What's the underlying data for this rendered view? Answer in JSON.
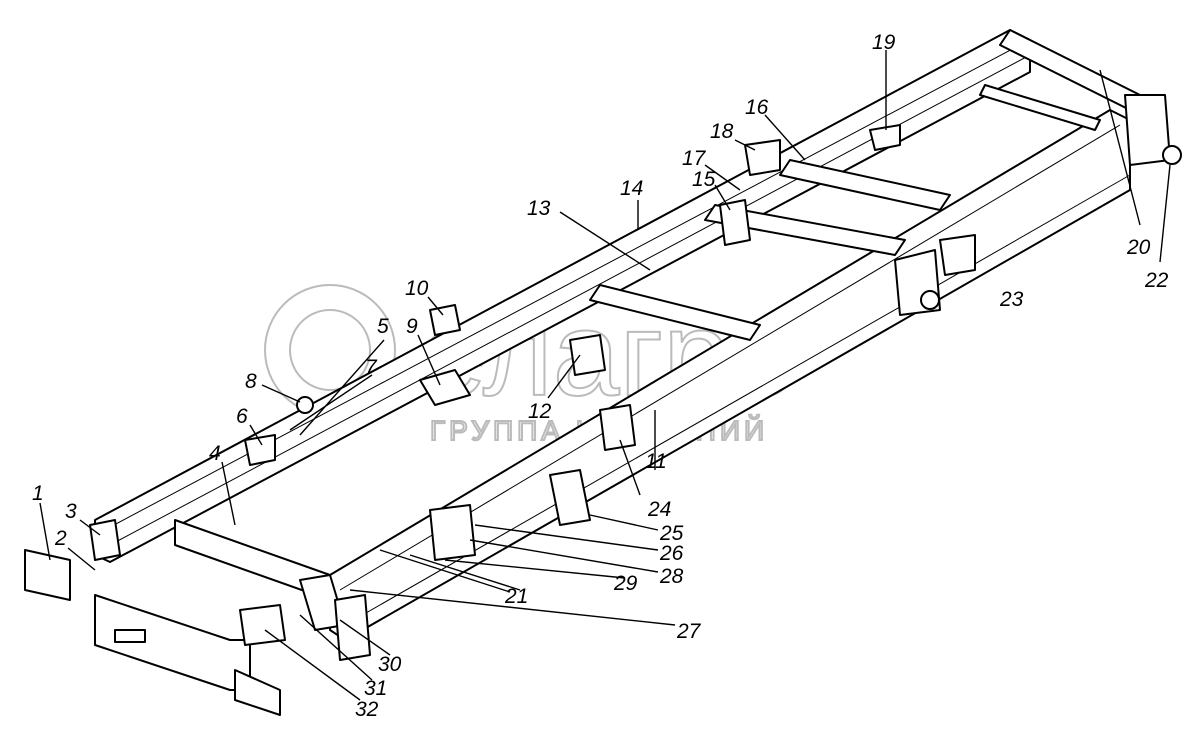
{
  "watermark": {
    "logo": "селагро",
    "subtitle": "ГРУППА КОМПАНИЙ"
  },
  "callouts": [
    {
      "n": "1"
    },
    {
      "n": "2"
    },
    {
      "n": "3"
    },
    {
      "n": "4"
    },
    {
      "n": "5"
    },
    {
      "n": "6"
    },
    {
      "n": "7"
    },
    {
      "n": "8"
    },
    {
      "n": "9"
    },
    {
      "n": "10"
    },
    {
      "n": "11"
    },
    {
      "n": "12"
    },
    {
      "n": "13"
    },
    {
      "n": "14"
    },
    {
      "n": "15"
    },
    {
      "n": "16"
    },
    {
      "n": "17"
    },
    {
      "n": "18"
    },
    {
      "n": "19"
    },
    {
      "n": "20"
    },
    {
      "n": "21"
    },
    {
      "n": "22"
    },
    {
      "n": "23"
    },
    {
      "n": "24"
    },
    {
      "n": "25"
    },
    {
      "n": "26"
    },
    {
      "n": "27"
    },
    {
      "n": "28"
    },
    {
      "n": "29"
    },
    {
      "n": "30"
    },
    {
      "n": "31"
    },
    {
      "n": "32"
    }
  ]
}
